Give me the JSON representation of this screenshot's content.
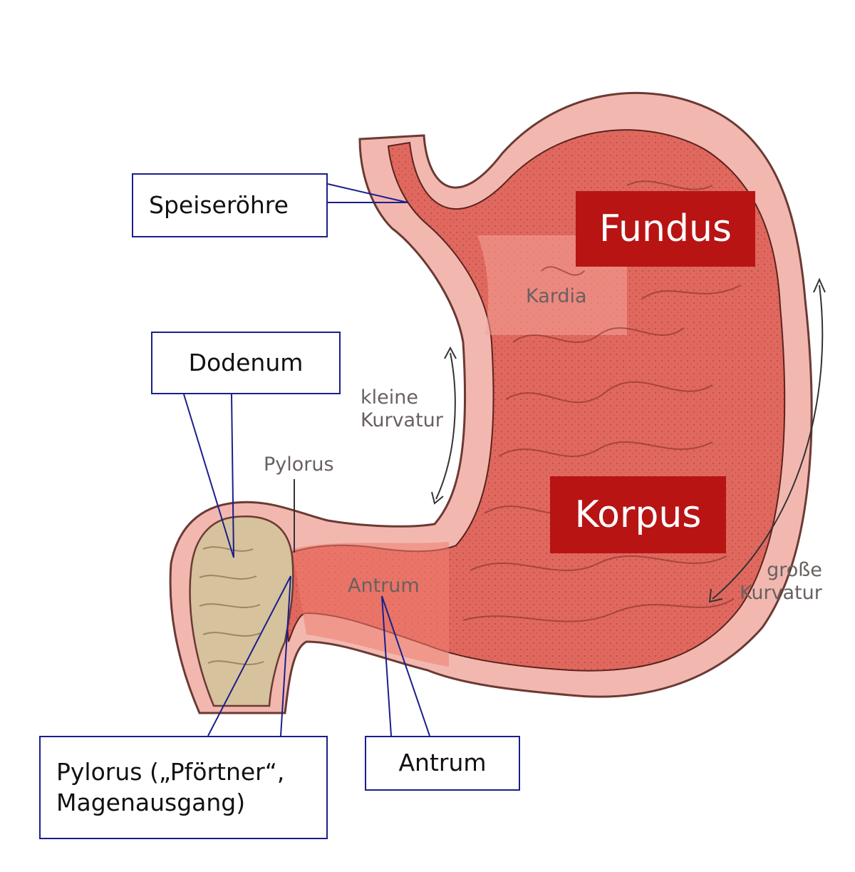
{
  "callouts": {
    "speiseroehre": "Speiseröhre",
    "dodenum": "Dodenum",
    "pylorus": "Pylorus („Pförtner“,\nMagenausgang)",
    "antrum": "Antrum"
  },
  "regions": {
    "fundus": "Fundus",
    "korpus": "Korpus"
  },
  "illustration_labels": {
    "kardia": "Kardia",
    "kleine_kurvatur": "kleine\nKurvatur",
    "pylorus": "Pylorus",
    "antrum": "Antrum",
    "grosse_kurvatur": "große\nKurvatur"
  },
  "colors": {
    "callout_border": "#1a1f8c",
    "region_fill": "#b81414",
    "tissue_outer": "#f2b8b0",
    "tissue_inner": "#e0685e",
    "duodenum_fill": "#d6c29c"
  }
}
